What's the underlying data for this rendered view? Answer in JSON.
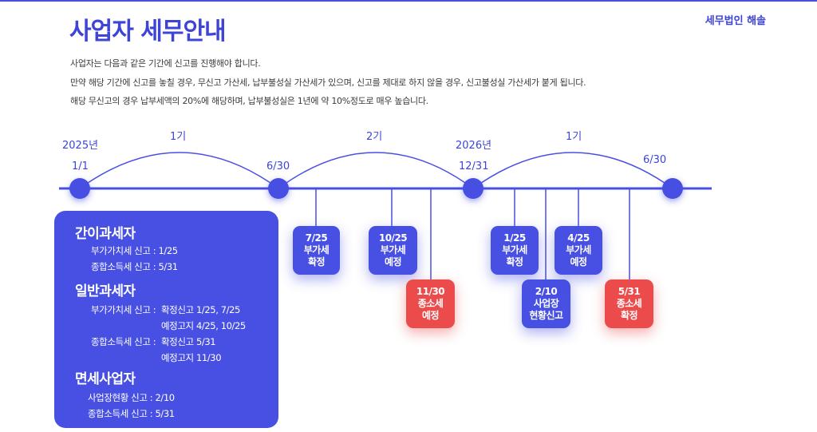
{
  "header": {
    "brand": "세무법인 해솔",
    "title": "사업자 세무안내",
    "desc": [
      "사업자는 다음과 같은 기간에 신고를 진행해야 합니다.",
      "만약 해당 기간에 신고를 놓칠 경우, 무신고 가산세, 납부불성실 가산세가 있으며, 신고를 제대로 하지 않을 경우, 신고불성실 가산세가 붙게 됩니다.",
      "해당 무신고의 경우 납부세액의 20%에 해당하며, 납부불성실은 1년에 약 10%정도로 매우 높습니다."
    ]
  },
  "timeline": {
    "years": [
      "2025년",
      "2026년"
    ],
    "dates": [
      "1/1",
      "6/30",
      "12/31",
      "6/30"
    ],
    "periods": [
      "1기",
      "2기",
      "1기"
    ],
    "events": [
      {
        "lines": [
          "7/25",
          "부가세",
          "확정"
        ],
        "type": "blue"
      },
      {
        "lines": [
          "10/25",
          "부가세",
          "예정"
        ],
        "type": "blue"
      },
      {
        "lines": [
          "11/30",
          "종소세",
          "예정"
        ],
        "type": "red"
      },
      {
        "lines": [
          "1/25",
          "부가세",
          "확정"
        ],
        "type": "blue"
      },
      {
        "lines": [
          "2/10",
          "사업장",
          "현황신고"
        ],
        "type": "blue"
      },
      {
        "lines": [
          "4/25",
          "부가세",
          "예정"
        ],
        "type": "blue"
      },
      {
        "lines": [
          "5/31",
          "종소세",
          "확정"
        ],
        "type": "red"
      }
    ]
  },
  "panel": {
    "simple": {
      "heading": "간이과세자",
      "lines": [
        "부가가치세 신고 : 1/25",
        "종합소득세 신고 : 5/31"
      ]
    },
    "general": {
      "heading": "일반과세자",
      "vat_label": "부가가치세 신고 :",
      "vat_values": [
        "확정신고 1/25, 7/25",
        "예정고지 4/25, 10/25"
      ],
      "income_label": "종합소득세 신고 :",
      "income_values": [
        "확정신고 5/31",
        "예정고지 11/30"
      ]
    },
    "exempt": {
      "heading": "면세사업자",
      "lines": [
        "사업장현황 신고 : 2/10",
        "종합소득세 신고 : 5/31"
      ]
    }
  },
  "colors": {
    "accent": "#4750e3",
    "alert": "#ec4b4b"
  }
}
